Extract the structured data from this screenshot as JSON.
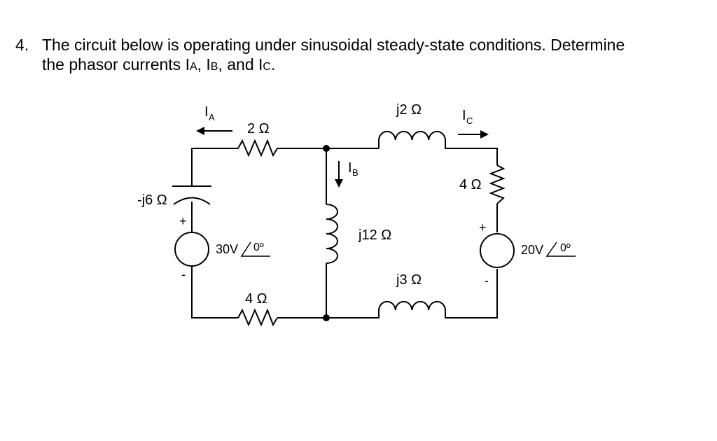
{
  "question": {
    "number": "4.",
    "line1": "The circuit below is operating under sinusoidal steady-state conditions. Determine",
    "line2_prefix": "the phasor currents ",
    "ia_main": "I",
    "ia_sub": "A",
    "sep1": ", ",
    "ib_main": "I",
    "ib_sub": "B",
    "sep2": ", and ",
    "ic_main": "I",
    "ic_sub": "C",
    "end": "."
  },
  "circuit": {
    "labels": {
      "ia_main": "I",
      "ia_sub": "A",
      "ib_main": "I",
      "ib_sub": "B",
      "ic_main": "I",
      "ic_sub": "C",
      "r_top_left": "2 Ω",
      "l_top_right": "j2 Ω",
      "c_left": "-j6 Ω",
      "l_middle": "j12 Ω",
      "r_right": "4 Ω",
      "r_bottom_left": "4 Ω",
      "l_bottom_right": "j3 Ω",
      "src_left_value": "30V",
      "src_left_angle": "0º",
      "src_right_value": "20V",
      "src_right_angle": "0º",
      "plus": "+",
      "minus": "-"
    }
  }
}
